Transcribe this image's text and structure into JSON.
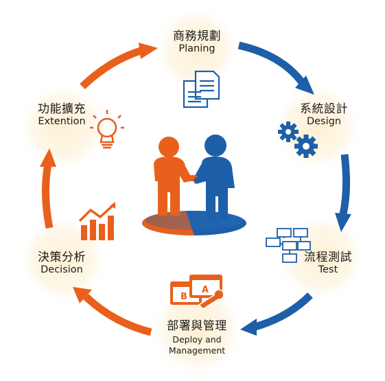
{
  "cycle": {
    "stages": [
      {
        "id": "planning",
        "zh": "商務規劃",
        "en": "Planing",
        "icon": "documents-icon"
      },
      {
        "id": "design",
        "zh": "系統設計",
        "en": "Design",
        "icon": "gears-icon"
      },
      {
        "id": "test",
        "zh": "流程測試",
        "en": "Test",
        "icon": "flowchart-icon"
      },
      {
        "id": "deploy",
        "zh": "部署與管理",
        "en": "Deploy and Management",
        "icon": "windows-wrench-icon"
      },
      {
        "id": "decision",
        "zh": "決策分析",
        "en": "Decision",
        "icon": "bar-chart-icon"
      },
      {
        "id": "extension",
        "zh": "功能擴充",
        "en": "Extention",
        "icon": "lightbulb-icon"
      }
    ]
  },
  "center": {
    "icon": "handshake-people-icon"
  },
  "colors": {
    "orange": "#e8601c",
    "blue": "#1d5fa8",
    "glow": "#fdf3dc"
  }
}
